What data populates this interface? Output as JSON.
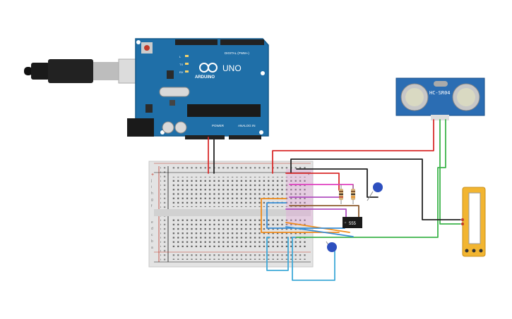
{
  "arduino": {
    "brand_text": "ARDUINO",
    "model_text": "UNO",
    "digital_label": "DIGITAL (PWM~)",
    "analog_label": "ANALOG IN",
    "power_label": "POWER",
    "pin_labels": [
      "TX",
      "RX",
      "L"
    ],
    "board_color": "#1f6fa8"
  },
  "sensor": {
    "label": "HC-SR04",
    "board_color": "#2b6db3"
  },
  "chip": {
    "label": "555"
  },
  "breadboard": {
    "rail_plus": "+",
    "rail_minus": "-",
    "row_letters_top": [
      "j",
      "i",
      "h",
      "g",
      "f"
    ],
    "row_letters_bottom": [
      "e",
      "d",
      "c",
      "b",
      "a"
    ]
  },
  "wire_colors": {
    "red": "#d92b2b",
    "black": "#222222",
    "green": "#3cb44b",
    "purple": "#b04fc0",
    "orange": "#f08c1a",
    "blue": "#3a8fd6",
    "brown": "#8b5a2b",
    "cyan": "#3fa9d8",
    "magenta": "#e040c0"
  }
}
